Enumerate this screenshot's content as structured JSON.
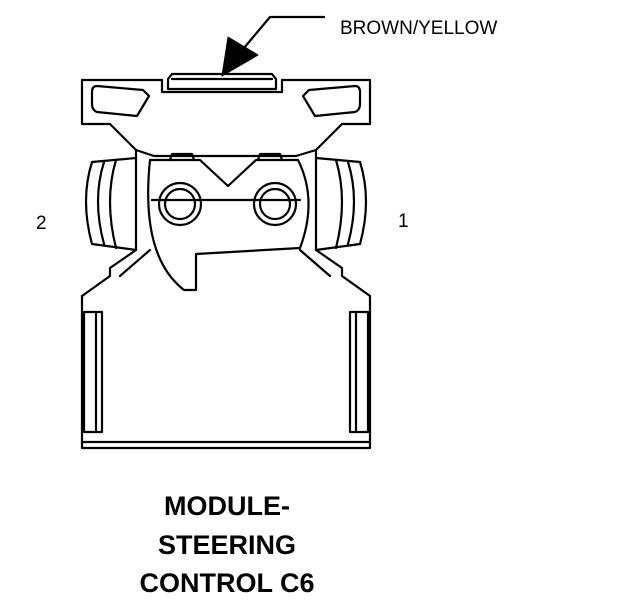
{
  "wire_label": "BROWN/YELLOW",
  "pins": {
    "left": "2",
    "right": "1"
  },
  "caption": {
    "line1": "MODULE-",
    "line2": "STEERING",
    "line3": "CONTROL C6"
  },
  "colors": {
    "ink": "#000000",
    "background": "#ffffff"
  }
}
